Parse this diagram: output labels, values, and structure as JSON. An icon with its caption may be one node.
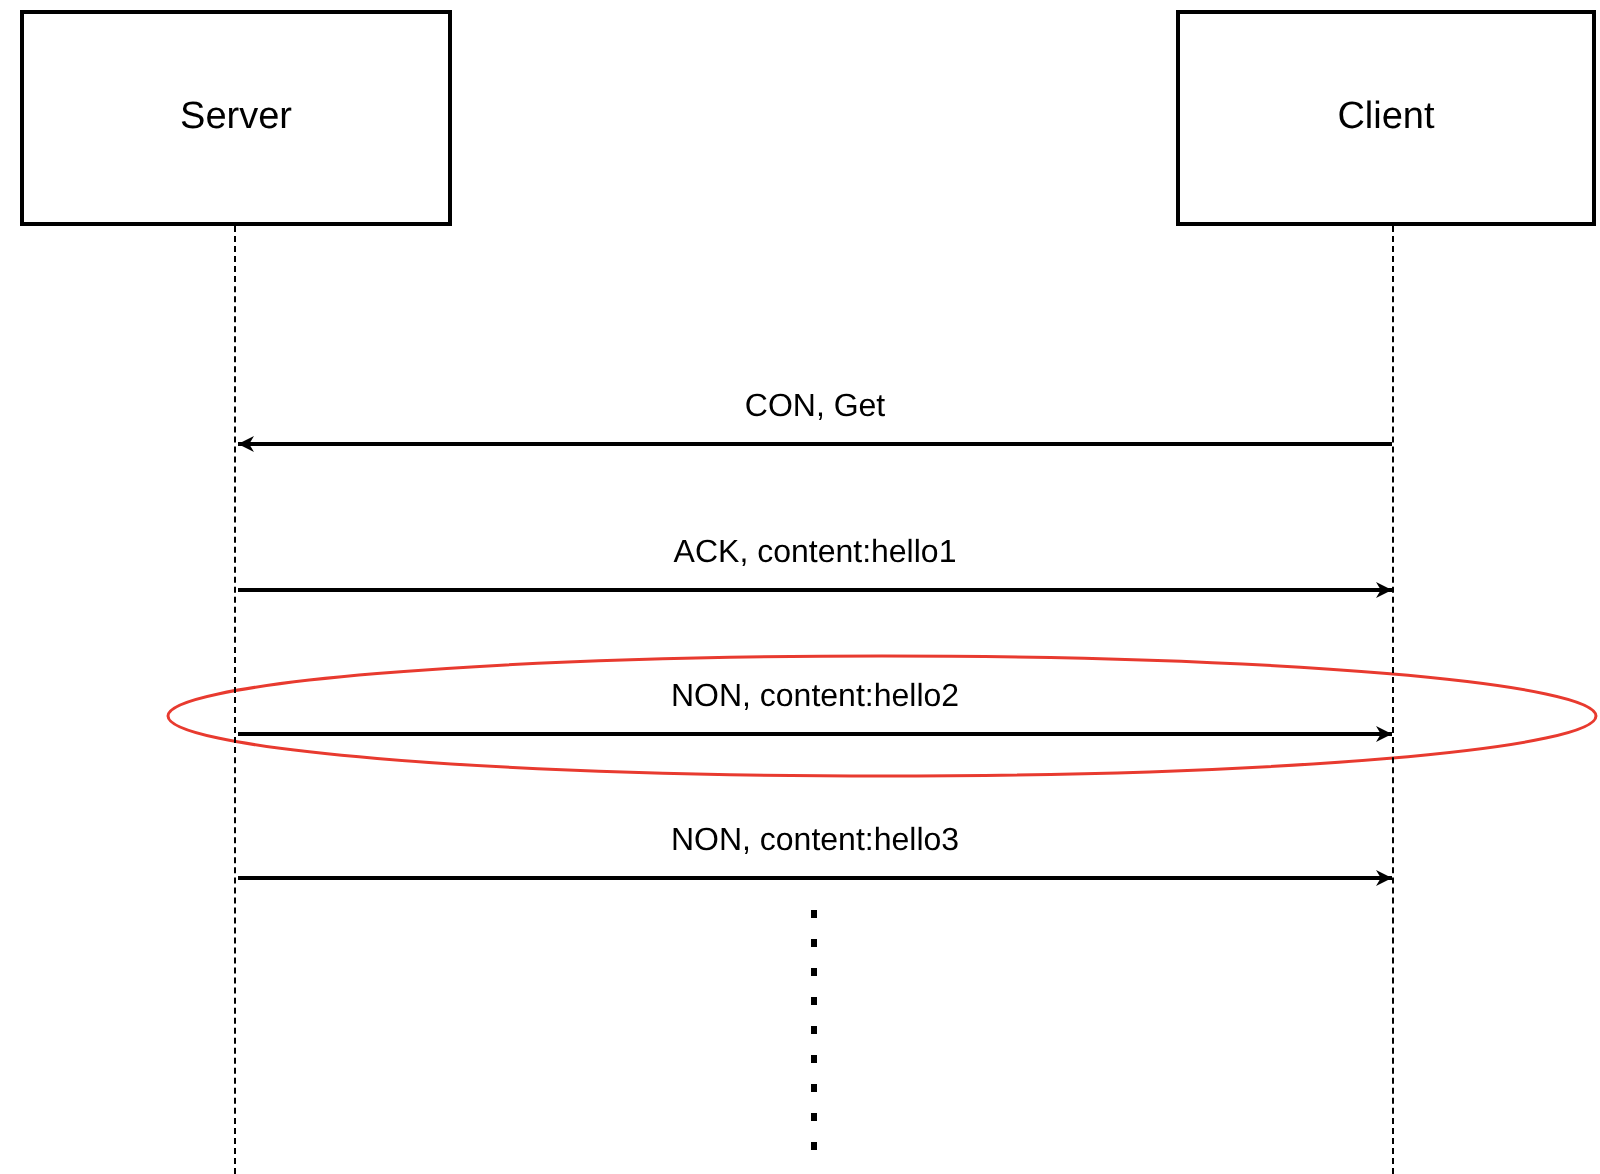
{
  "diagram": {
    "nodes": [
      {
        "text": [
          "Server"
        ]
      },
      {
        "text": [
          "Client"
        ]
      },
      {
        "text": [],
        "shape": "line"
      },
      {
        "text": [],
        "shape": "line"
      }
    ],
    "edges": [
      {
        "from": 3,
        "to": 2,
        "arrow": "to",
        "label": "CON, Get"
      },
      {
        "from": 2,
        "to": 3,
        "arrow": "to",
        "label": "ACK, content:hello1"
      },
      {
        "from": 2,
        "to": 3,
        "arrow": "to",
        "label": "NON, content:hello2"
      },
      {
        "from": 2,
        "to": 3,
        "arrow": "to",
        "label": "NON, content:hello3"
      }
    ]
  }
}
